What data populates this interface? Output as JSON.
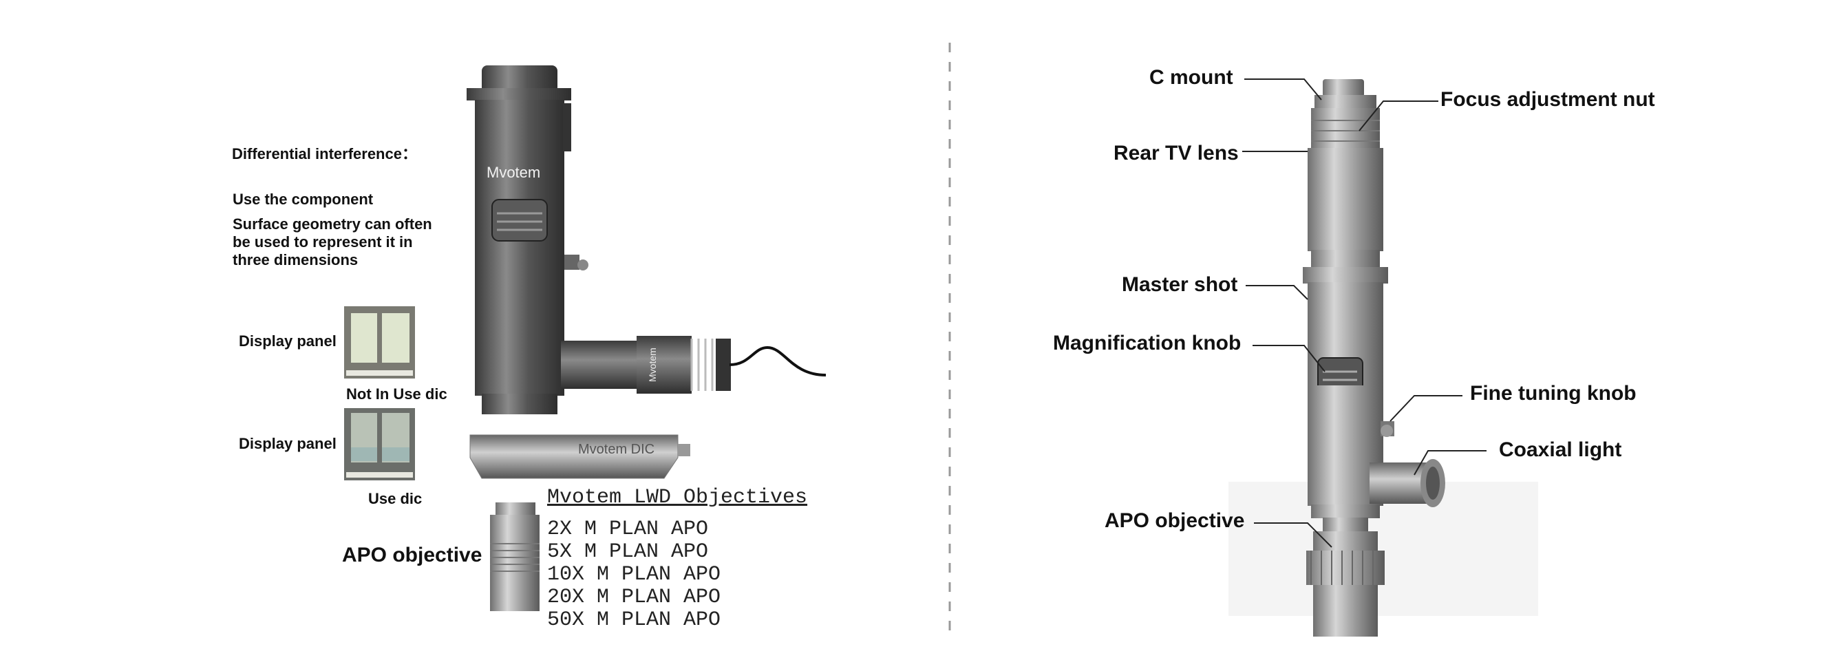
{
  "left_panel": {
    "differential_heading": "Differential interference：",
    "use_component": "Use the component",
    "surface_text_lines": [
      "Surface geometry can often",
      "be used to represent it in",
      "three dimensions"
    ],
    "display_panel_1": "Display panel",
    "not_in_use_caption": "Not In Use dic",
    "display_panel_2": "Display panel",
    "use_caption": "Use dic",
    "apo_label": "APO objective",
    "brand_on_tube": "Mvotem",
    "brand_on_light": "Mvotem",
    "dic_slider_label": "Mvotem DIC",
    "objectives_title": "Mvotem LWD Objectives",
    "objectives": [
      "2X M PLAN APO",
      "5X M PLAN APO",
      "10X M PLAN APO",
      "20X M PLAN APO",
      "50X M PLAN APO"
    ]
  },
  "right_panel": {
    "labels": {
      "c_mount": "C mount",
      "focus_nut": "Focus adjustment nut",
      "rear_tv": "Rear TV lens",
      "master_shot": "Master shot",
      "mag_knob": "Magnification knob",
      "fine_tuning": "Fine tuning knob",
      "coaxial": "Coaxial light",
      "apo": "APO objective"
    }
  },
  "colors": {
    "metal_dark": "#4a4a4a",
    "metal_mid": "#6e6e6e",
    "metal_light": "#bdbdbd",
    "divider": "#999999",
    "panel_green": "#c9d4c0"
  }
}
